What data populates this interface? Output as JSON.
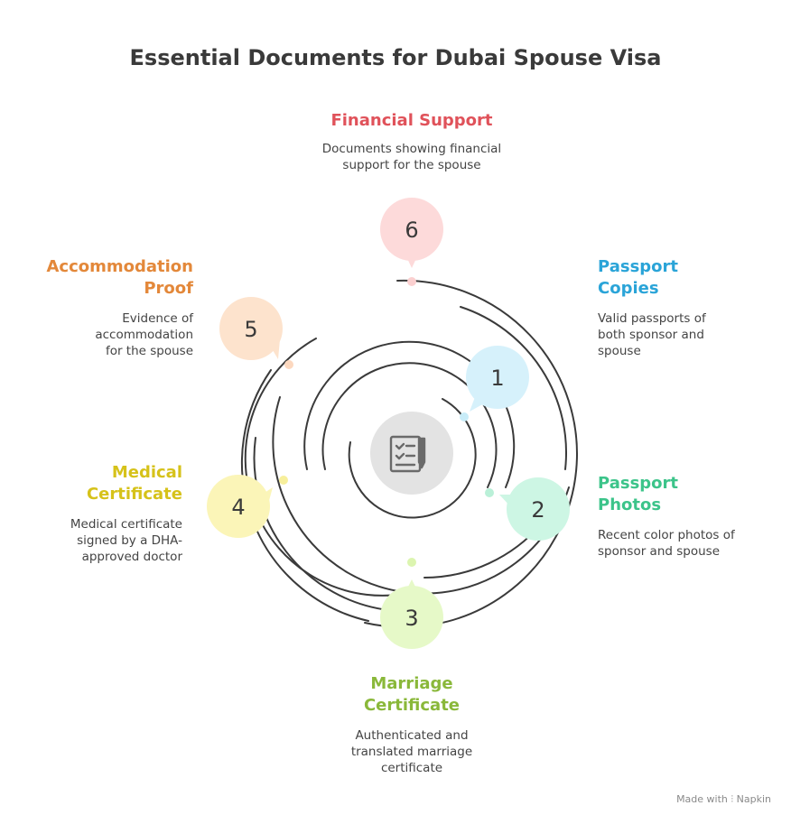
{
  "title": "Essential Documents for Dubai Spouse Visa",
  "colors": {
    "ring": "#3a3a3a",
    "financial": "#e0525a",
    "passport_copies": "#2aa4d8",
    "passport_photos": "#3cc48a",
    "marriage": "#8ab83a",
    "medical": "#d6c21a",
    "accommodation": "#e3883a"
  },
  "items": [
    {
      "number": "1",
      "heading": "Passport Copies",
      "description": "Valid passports of both sponsor and spouse",
      "color": "#2aa4d8",
      "fill": "#d6f1fb"
    },
    {
      "number": "2",
      "heading": "Passport Photos",
      "description": "Recent color photos of sponsor and spouse",
      "color": "#3cc48a",
      "fill": "#cdf6e4"
    },
    {
      "number": "3",
      "heading": "Marriage Certificate",
      "description": "Authenticated and translated marriage certificate",
      "color": "#8ab83a",
      "fill": "#e6f9c8"
    },
    {
      "number": "4",
      "heading": "Medical Certificate",
      "description": "Medical certificate signed by a DHA-approved doctor",
      "color": "#d6c21a",
      "fill": "#fbf5b8"
    },
    {
      "number": "5",
      "heading": "Accommodation Proof",
      "description": "Evidence of accommodation for the spouse",
      "color": "#e3883a",
      "fill": "#fde3cd"
    },
    {
      "number": "6",
      "heading": "Financial Support",
      "description": "Documents showing financial support for the spouse",
      "color": "#e0525a",
      "fill": "#fddada"
    }
  ],
  "center_icon": "checklist-pen-icon",
  "footer": {
    "text": "Made with",
    "brand": "Napkin"
  }
}
